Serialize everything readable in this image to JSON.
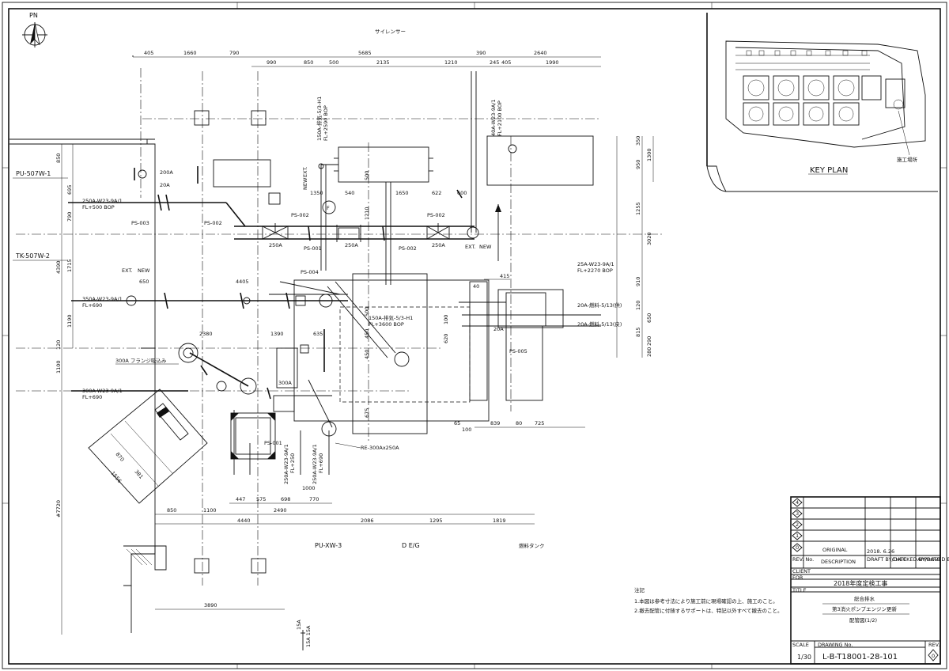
{
  "north_label": "PN",
  "top_label": "サイレンサー",
  "top_dims": [
    "405",
    "1660",
    "790",
    "990",
    "850",
    "500",
    "5685",
    "2135",
    "1210",
    "390",
    "245",
    "405",
    "2640",
    "1990"
  ],
  "right_dims": [
    "350",
    "950",
    "1300",
    "1255",
    "3020",
    "910",
    "120",
    "650",
    "815",
    "290",
    "280"
  ],
  "left_dims": [
    "850",
    "695",
    "790",
    "1715",
    "4390",
    "1190",
    "120",
    "1100",
    "#7720"
  ],
  "bottom_dims": [
    "850",
    "1100",
    "447",
    "575",
    "698",
    "770",
    "1000",
    "2490",
    "4440",
    "2086",
    "1295",
    "1819",
    "3890"
  ],
  "inner_dims": [
    "1350",
    "540",
    "1650",
    "622",
    "600",
    "4405",
    "650",
    "2380",
    "1390",
    "635",
    "415",
    "40",
    "839",
    "80",
    "725",
    "65",
    "100",
    "675",
    "450",
    "450",
    "500",
    "1210",
    "500",
    "620",
    "100"
  ],
  "tags": {
    "pu507w1": "PU-507W-1",
    "tk507w2": "TK-507W-2",
    "puxw3": "PU-XW-3",
    "deg": "D E/G",
    "tank": "燃料タンク"
  },
  "pipes": {
    "p250a_l": "250A-W23-9A/1",
    "p250a_l_fl": "FL+500 BOP",
    "p350a": "350A-W23-9A/1",
    "p350a_fl": "FL+690",
    "p300a": "300A-W23-9A/1",
    "p300a_fl": "FL+690",
    "p150a_top": "150A-排気-5/3-H1",
    "p150a_top_fl": "FL+2590 BOP",
    "p40a": "40A-W23-9A/1",
    "p40a_fl": "FL+2100 BOP",
    "p25a": "25A-W23-9A/1",
    "p25a_fl": "FL+2270 BOP",
    "p150a_mid": "150A-排気-5/3-H1",
    "p150a_mid_fl": "FL+3600 BOP",
    "p20a_1": "20A-燃料-5/13(供)",
    "p20a_2": "20A-燃料-5/13(戻)",
    "p250a_b1": "250A-W23-9A/1",
    "p250a_b1_fl": "FL+250",
    "p250a_b2": "250A-W23-9A/1",
    "p250a_b2_fl": "FL+690",
    "flange": "300A フランジ吸込み",
    "re": "RE-300Ax250A"
  },
  "ps": {
    "ps003": "PS-003",
    "ps002a": "PS-002",
    "ps002b": "PS-002",
    "ps002c": "PS-002",
    "ps002d": "PS-002",
    "ps001a": "PS-001",
    "ps001b": "PS-001",
    "ps004": "PS-004",
    "ps005": "PS-005"
  },
  "valves": [
    "250A",
    "250A",
    "250A",
    "200A",
    "20A",
    "300A",
    "20A"
  ],
  "ext_new": [
    "EXT.",
    "NEW"
  ],
  "hatch_dims": [
    "870",
    "1556",
    "381"
  ],
  "small_15a": [
    "15A",
    "15A 15A"
  ],
  "notes": {
    "head": "注記",
    "n1": "1.本図は参考寸法により施工前に現場確認の上、施工のこと。",
    "n2": "2.撤去配管に付随するサポートは、特記以外すべて撤去のこと。"
  },
  "key_plan": {
    "label": "KEY PLAN",
    "mark": "施工場所"
  },
  "title_block": {
    "rev_rows": [
      "4",
      "3",
      "2",
      "1",
      "0"
    ],
    "rev0_desc": "ORIGINAL",
    "rev0_date": "2018. 6.26",
    "hdr_rev": "REV. No.",
    "hdr_desc": "DESCRIPTION",
    "hdr_draft": "DRAFT BY/DATE",
    "hdr_checked": "CHECKED BY/DATE",
    "hdr_approved": "APPROVED BY/DATE",
    "client": "CLIENT",
    "for": "FOR",
    "project": "2018年度定検工事",
    "title": "TITLE",
    "t1": "総合排水",
    "t2": "第3消火ポンプエンジン更新",
    "t3": "配管図(1/2)",
    "scale_hdr": "SCALE",
    "scale": "1/30",
    "dwg_hdr": "DRAWING No.",
    "dwg_no": "L-B-T18001-28-101",
    "rev_hdr": "REV.",
    "rev_val": "0"
  }
}
